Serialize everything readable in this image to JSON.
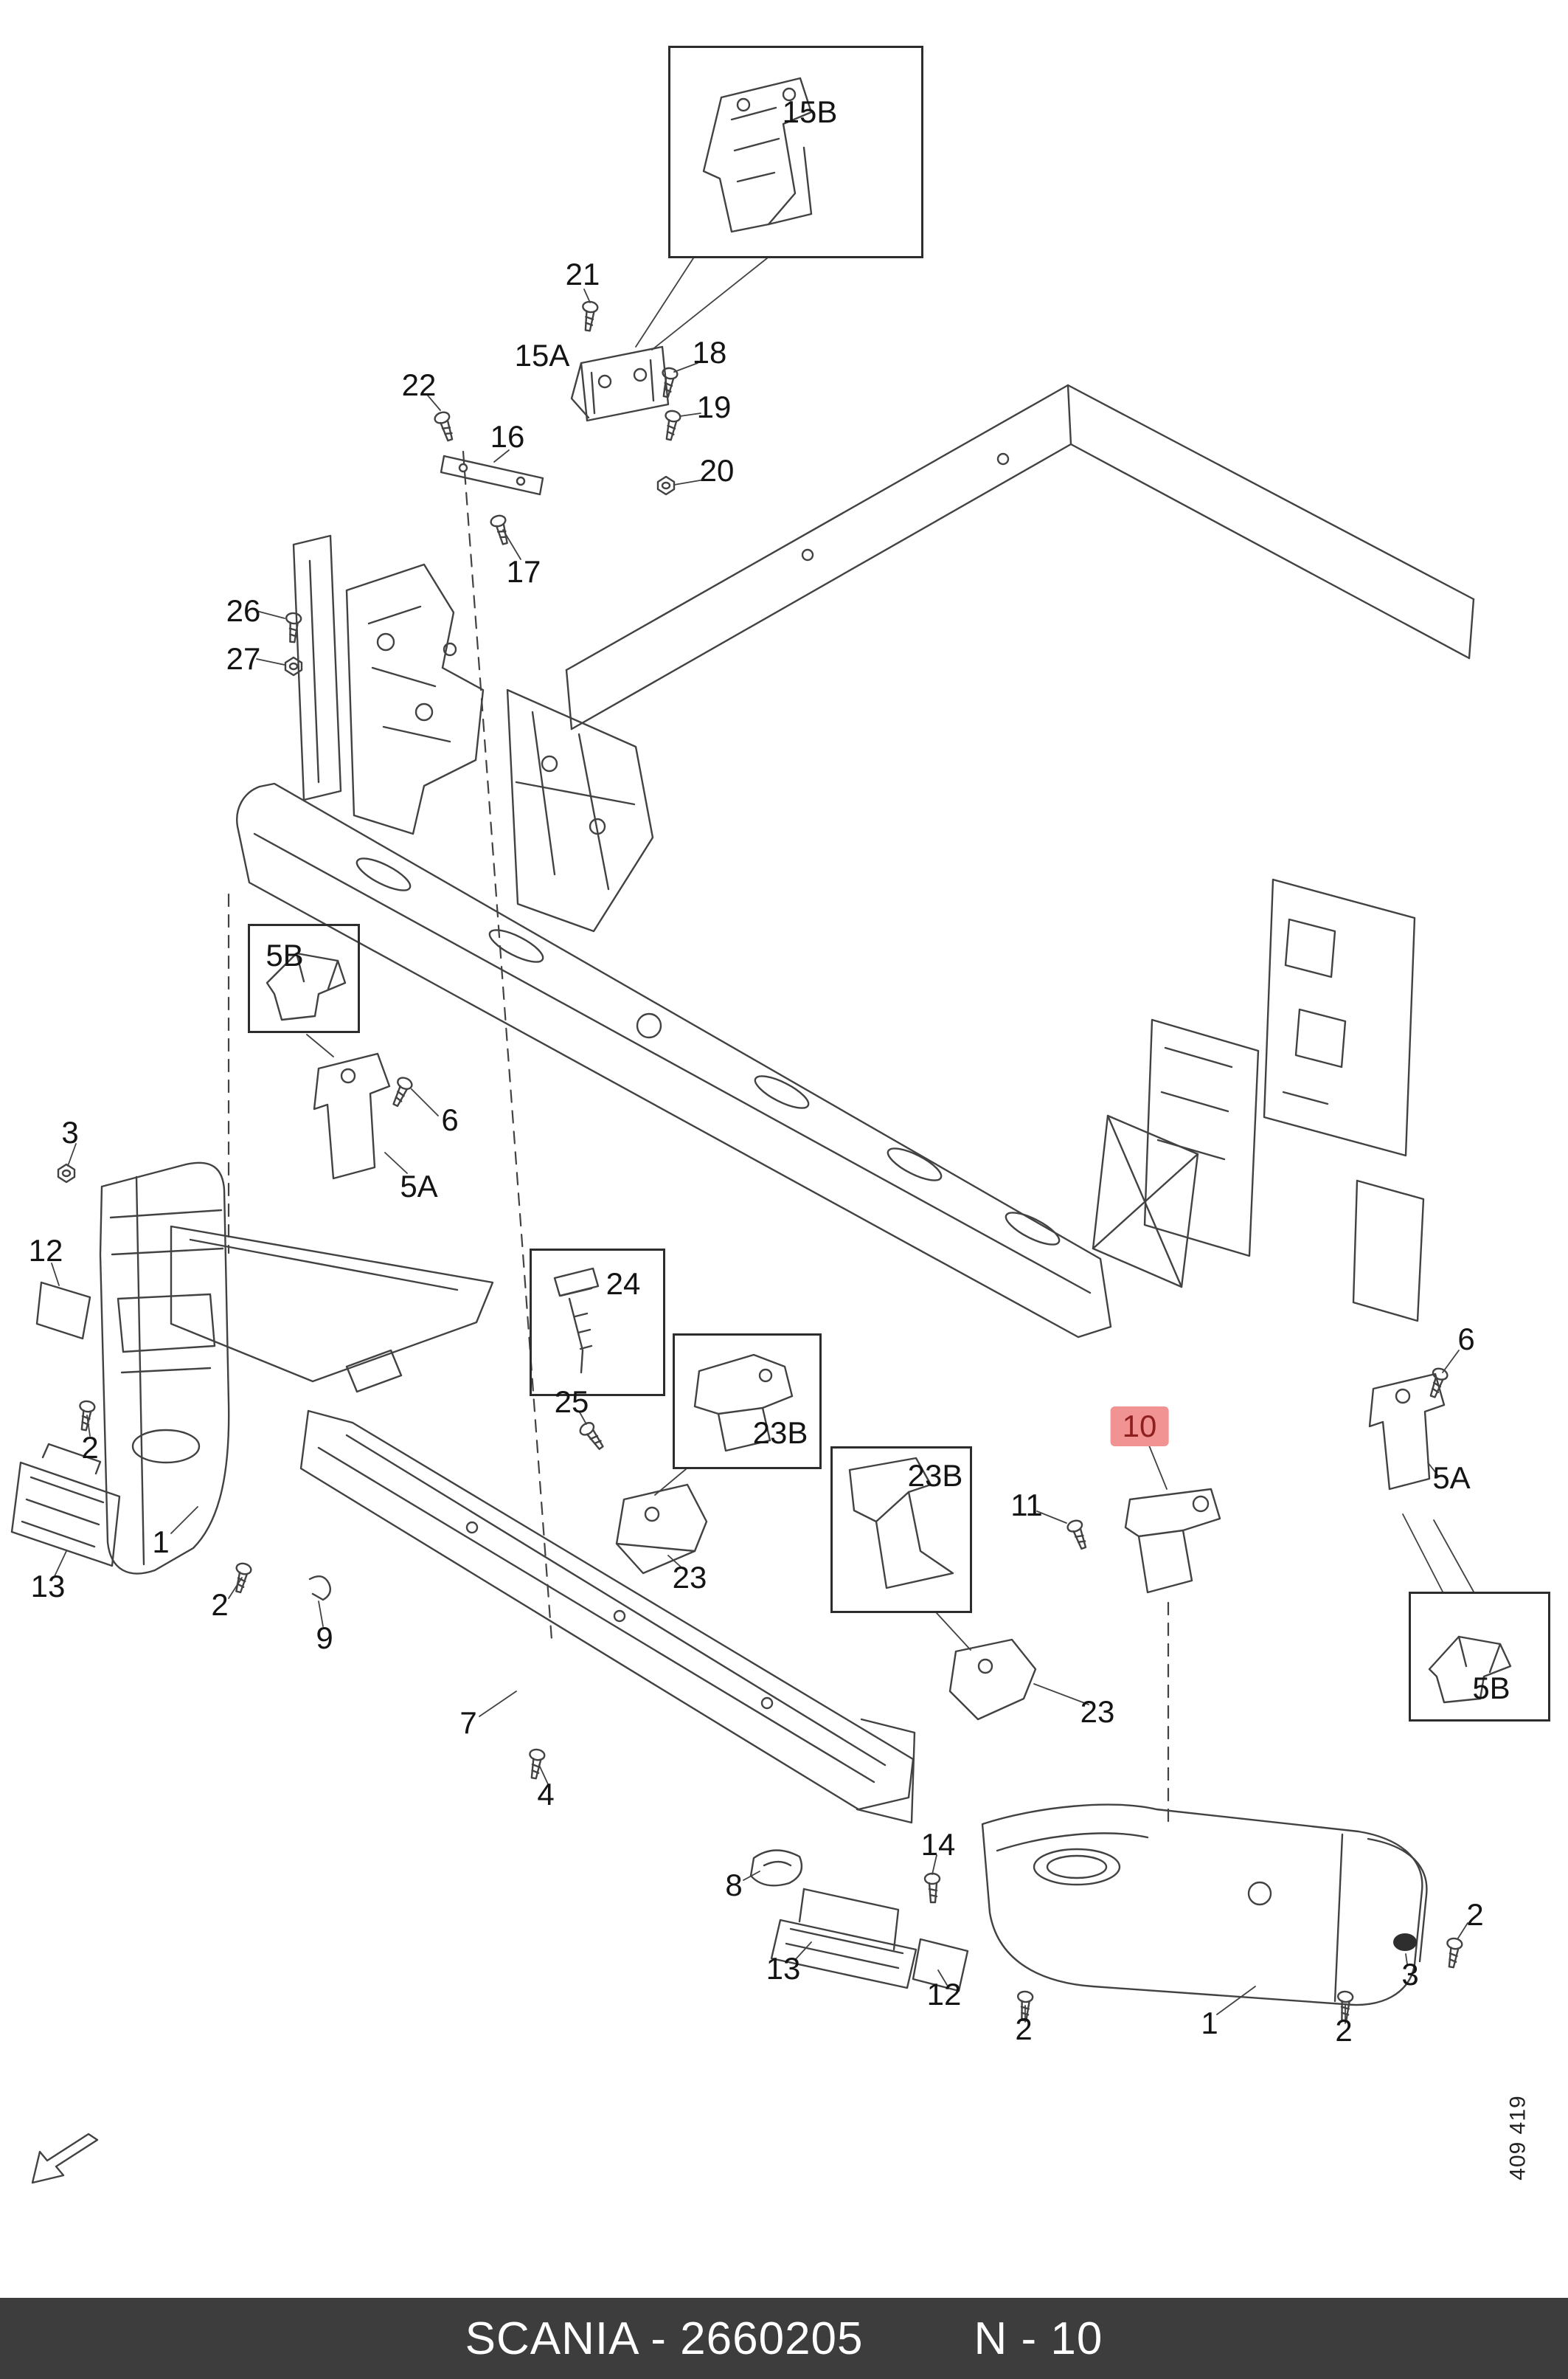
{
  "colors": {
    "background": "#ffffff",
    "line": "#424242",
    "highlight_bg": "#f19392",
    "highlight_fg": "#8e1f1f",
    "footer_bg": "#3d3d3d",
    "footer_fg": "#ffffff"
  },
  "footer": {
    "left_text": "SCANIA - 2660205",
    "right_text": "N - 10"
  },
  "side_code": "409 419",
  "callouts": [
    {
      "label": "15B"
    },
    {
      "label": "21"
    },
    {
      "label": "15A"
    },
    {
      "label": "18"
    },
    {
      "label": "19"
    },
    {
      "label": "22"
    },
    {
      "label": "16"
    },
    {
      "label": "20"
    },
    {
      "label": "17"
    },
    {
      "label": "26"
    },
    {
      "label": "27"
    },
    {
      "label": "5B"
    },
    {
      "label": "6"
    },
    {
      "label": "5A"
    },
    {
      "label": "3"
    },
    {
      "label": "12"
    },
    {
      "label": "2"
    },
    {
      "label": "1"
    },
    {
      "label": "13"
    },
    {
      "label": "2"
    },
    {
      "label": "9"
    },
    {
      "label": "24"
    },
    {
      "label": "25"
    },
    {
      "label": "23B"
    },
    {
      "label": "23"
    },
    {
      "label": "23B"
    },
    {
      "label": "11"
    },
    {
      "label": "10",
      "highlight": true
    },
    {
      "label": "6"
    },
    {
      "label": "5A"
    },
    {
      "label": "5B"
    },
    {
      "label": "23"
    },
    {
      "label": "7"
    },
    {
      "label": "4"
    },
    {
      "label": "8"
    },
    {
      "label": "14"
    },
    {
      "label": "13"
    },
    {
      "label": "12"
    },
    {
      "label": "2"
    },
    {
      "label": "1"
    },
    {
      "label": "2"
    },
    {
      "label": "2"
    },
    {
      "label": "3"
    }
  ]
}
